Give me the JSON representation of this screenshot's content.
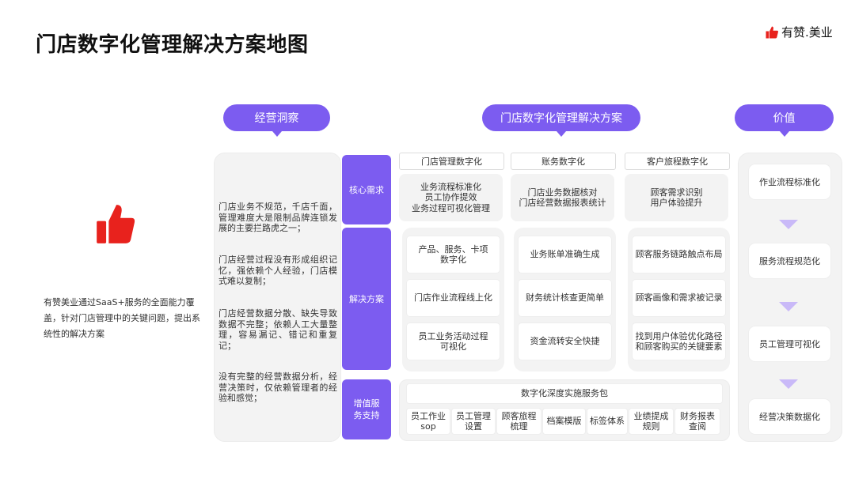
{
  "header": {
    "title": "门店数字化管理解决方案地图",
    "brand": "有赞.美业"
  },
  "intro_text": "有赞美业通过SaaS+服务的全面能力覆盖，针对门店管理中的关键问题，提出系统性的解决方案",
  "sections": {
    "insight": "经营洞察",
    "solution_map": "门店数字化管理解决方案",
    "value": "价值"
  },
  "issues": [
    "门店业务不规范，千店千面，管理难度大是限制品牌连锁发展的主要拦路虎之一；",
    "门店经营过程没有形成组织记忆，强依赖个人经验，门店模式难以复制；",
    "门店经营数据分散、缺失导致数据不完整；依赖人工大量整理，容易漏记、错记和重复记；",
    "没有完整的经营数据分析，经营决策时，仅依赖管理者的经验和感觉；"
  ],
  "row_labels": {
    "core": "核心需求",
    "solution": "解决方案",
    "service": "增值服务支持"
  },
  "columns": [
    {
      "title": "门店管理数字化",
      "core": [
        "业务流程标准化",
        "员工协作提效",
        "业务过程可视化管理"
      ],
      "cards": [
        [
          "产品、服务、卡项",
          "数字化"
        ],
        [
          "门店作业流程线上化"
        ],
        [
          "员工业务活动过程",
          "可视化"
        ]
      ]
    },
    {
      "title": "账务数字化",
      "core": [
        "门店业务数据核对",
        "门店经营数据报表统计"
      ],
      "cards": [
        [
          "业务账单准确生成"
        ],
        [
          "财务统计核查更简单"
        ],
        [
          "资金流转安全快捷"
        ]
      ]
    },
    {
      "title": "客户旅程数字化",
      "core": [
        "顾客需求识别",
        "用户体验提升"
      ],
      "cards": [
        [
          "顾客服务链路触点布局"
        ],
        [
          "顾客画像和需求被记录"
        ],
        [
          "找到用户体验优化路径",
          "和顾客购买的关键要素"
        ]
      ]
    }
  ],
  "service_package": {
    "title": "数字化深度实施服务包",
    "items": [
      [
        "员工作业",
        "sop"
      ],
      [
        "员工管理",
        "设置"
      ],
      [
        "顾客旅程",
        "梳理"
      ],
      [
        "档案模版"
      ],
      [
        "标签体系"
      ],
      [
        "业绩提成",
        "规则"
      ],
      [
        "财务报表",
        "查阅"
      ]
    ]
  },
  "values": [
    "作业流程标准化",
    "服务流程规范化",
    "员工管理可视化",
    "经营决策数据化"
  ],
  "colors": {
    "accent": "#7c5cf0",
    "brand_red": "#e8221d",
    "panel_bg": "#f3f3f3"
  },
  "icons": {
    "brand": "thumbs-up-icon",
    "hero": "thumbs-up-icon",
    "value_separator": "chevron-down-icon"
  }
}
